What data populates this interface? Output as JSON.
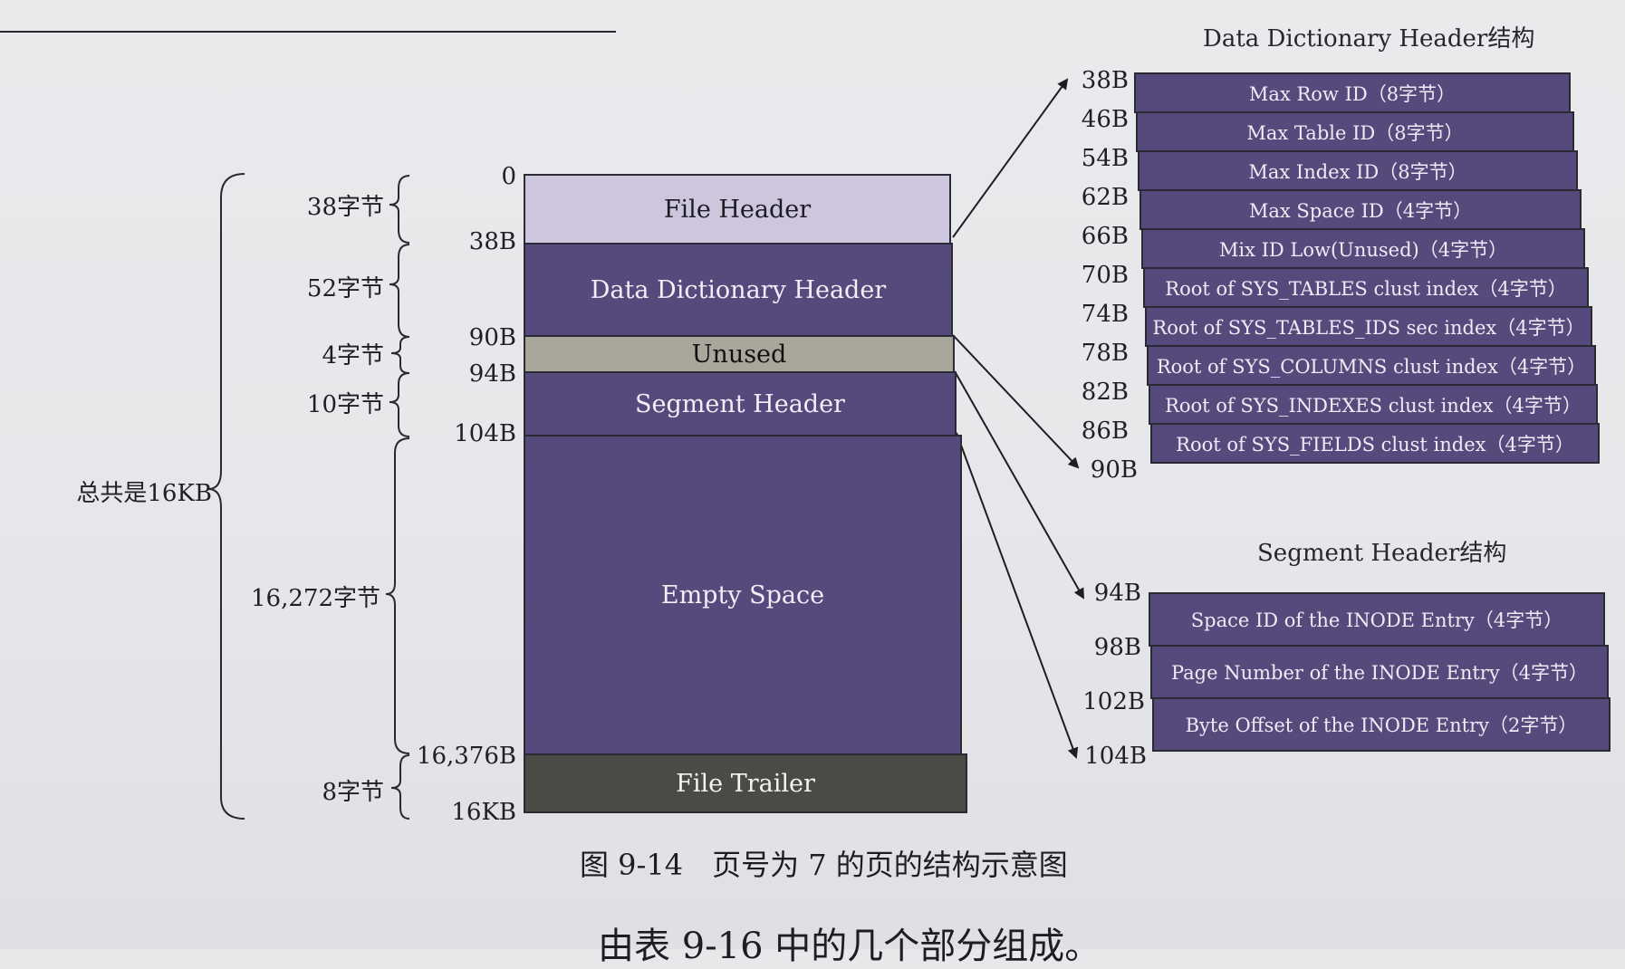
{
  "page": {
    "top_fragment_left": "",
    "top_fragment_right": ""
  },
  "left_diagram": {
    "braces": [
      {
        "label": "38字节"
      },
      {
        "label": "52字节"
      },
      {
        "label": "4字节"
      },
      {
        "label": "10字节"
      },
      {
        "label": "16,272字节"
      },
      {
        "label": "8字节"
      }
    ],
    "total_label": "总共是16KB",
    "offsets": [
      "0",
      "38B",
      "90B",
      "94B",
      "104B",
      "16,376B",
      "16KB"
    ],
    "blocks": [
      {
        "label": "File Header"
      },
      {
        "label": "Data Dictionary Header"
      },
      {
        "label": "Unused"
      },
      {
        "label": "Segment Header"
      },
      {
        "label": "Empty Space"
      },
      {
        "label": "File Trailer"
      }
    ]
  },
  "ddh": {
    "title": "Data Dictionary Header结构",
    "offsets": [
      "38B",
      "46B",
      "54B",
      "62B",
      "66B",
      "70B",
      "74B",
      "78B",
      "82B",
      "86B",
      "90B"
    ],
    "rows": [
      "Max Row ID（8字节）",
      "Max Table ID（8字节）",
      "Max Index ID（8字节）",
      "Max Space ID（4字节）",
      "Mix ID Low(Unused)（4字节）",
      "Root of SYS_TABLES clust index（4字节）",
      "Root of SYS_TABLES_IDS sec index（4字节）",
      "Root of SYS_COLUMNS clust index（4字节）",
      "Root of SYS_INDEXES clust index（4字节）",
      "Root of SYS_FIELDS clust index（4字节）"
    ]
  },
  "seg": {
    "title": "Segment Header结构",
    "offsets": [
      "94B",
      "98B",
      "102B",
      "104B"
    ],
    "rows": [
      "Space ID of the INODE Entry（4字节）",
      "Page Number of the INODE Entry（4字节）",
      "Byte Offset of the INODE Entry（2字节）"
    ]
  },
  "caption": "图 9-14　页号为 7 的页的结构示意图",
  "bottom_text": "由表 9-16 中的几个部分组成。",
  "colors": {
    "dark_block": "#564a7c",
    "light_block": "#cdc6dc",
    "unused_block": "#a9a69c",
    "trailer_block": "#4b4a45",
    "background": "#e7e8ea"
  }
}
